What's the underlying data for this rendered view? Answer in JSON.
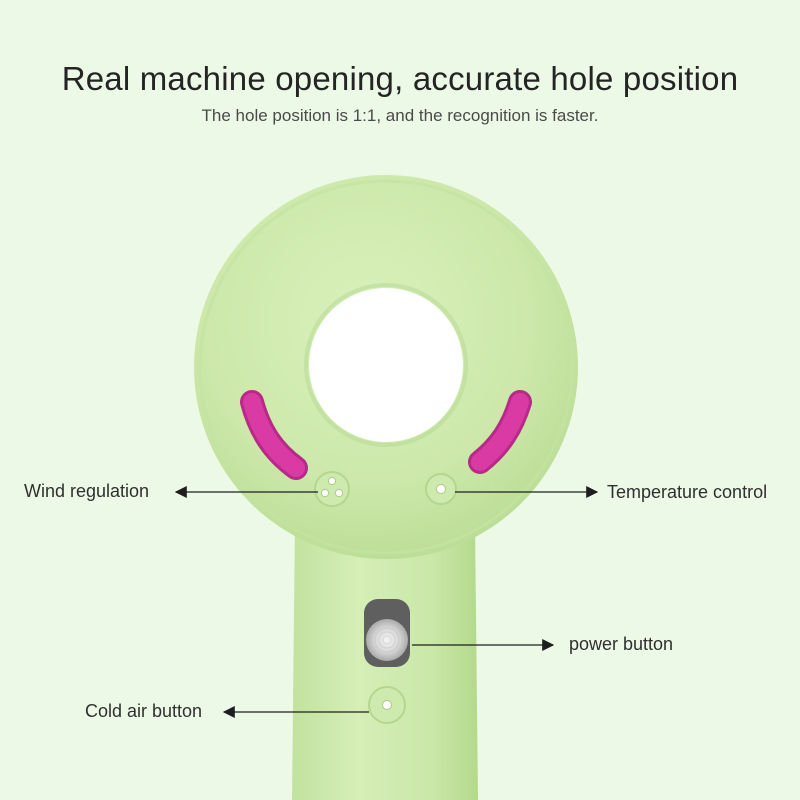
{
  "header": {
    "title": "Real machine opening, accurate hole position",
    "subtitle": "The hole position is 1:1, and the recognition is faster."
  },
  "callouts": {
    "wind_regulation": "Wind regulation",
    "temperature_control": "Temperature control",
    "power_button": "power button",
    "cold_air_button": "Cold air button"
  },
  "colors": {
    "background": "#edf9e7",
    "case_green": "#cfeaae",
    "accent_magenta": "#d93aa3",
    "button_grey": "#8a8a8a"
  },
  "icons": {
    "wind_button": "fan-icon",
    "temperature_button": "dot-button-icon",
    "power_button": "power-knob-icon",
    "cold_air_button": "dot-button-icon"
  }
}
